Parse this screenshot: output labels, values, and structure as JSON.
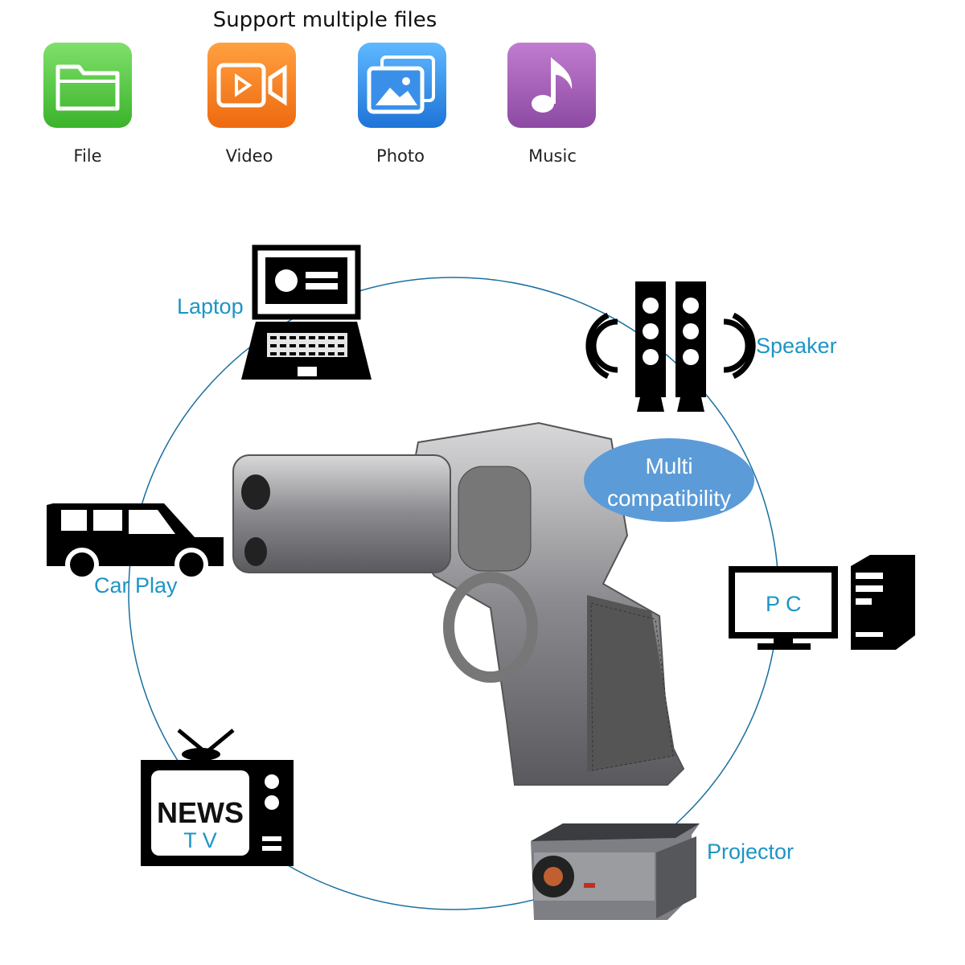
{
  "header": {
    "title": "Support multiple files"
  },
  "file_types": [
    {
      "label": "File",
      "icon": "folder-icon",
      "color": "#4cc43a"
    },
    {
      "label": "Video",
      "icon": "video-icon",
      "color": "#f27a1a"
    },
    {
      "label": "Photo",
      "icon": "photo-icon",
      "color": "#2a8be8"
    },
    {
      "label": "Music",
      "icon": "music-icon",
      "color": "#a45bb4"
    }
  ],
  "devices": {
    "laptop": "Laptop",
    "speaker": "Speaker",
    "car": "Car Play",
    "pc": "P C",
    "tv": "T V",
    "tv_screen": "NEWS",
    "projector": "Projector"
  },
  "badge": {
    "line1": "Multi",
    "line2": "compatibility",
    "color": "#5b9bd8"
  },
  "accent": "#1d95c5"
}
